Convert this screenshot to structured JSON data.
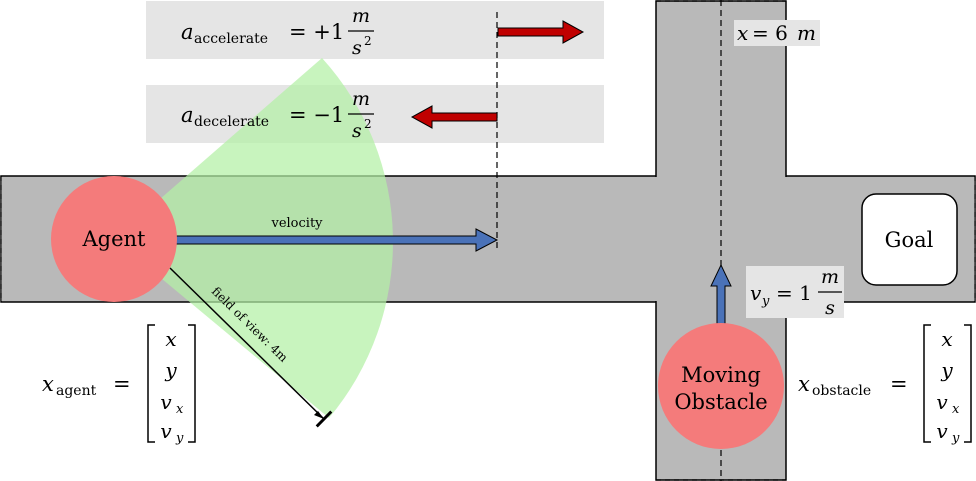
{
  "agent": {
    "label": "Agent",
    "velocity_label": "velocity",
    "fov_label": "field of view: 4m"
  },
  "goal": {
    "label": "Goal"
  },
  "obstacle": {
    "label_line1": "Moving",
    "label_line2": "Obstacle"
  },
  "accel_box": {
    "symbol": "a",
    "subscript": "accelerate",
    "equals": "= +1",
    "numerator": "m",
    "denominator": "s",
    "exponent": "2"
  },
  "decel_box": {
    "symbol": "a",
    "subscript": "decelerate",
    "equals": "= −1",
    "numerator": "m",
    "denominator": "s",
    "exponent": "2"
  },
  "x_pos_label": {
    "var": "x",
    "equals": "= 6",
    "unit": "m"
  },
  "vy_label": {
    "var": "v",
    "subscript": "y",
    "equals": "= 1",
    "numerator": "m",
    "denominator": "s"
  },
  "agent_state": {
    "symbol": "x",
    "subscript": "agent",
    "equals": "=",
    "entries": [
      "x",
      "y",
      "v",
      "v"
    ],
    "entry_subs": [
      "",
      "",
      "x",
      "y"
    ]
  },
  "obstacle_state": {
    "symbol": "x",
    "subscript": "obstacle",
    "equals": "=",
    "entries": [
      "x",
      "y",
      "v",
      "v"
    ],
    "entry_subs": [
      "",
      "",
      "x",
      "y"
    ]
  },
  "colors": {
    "road": "#b9b9b9",
    "agent": "#f47b7b",
    "fov": "#b3f0a5",
    "velocity_arrow": "#4a72b8",
    "accel_arrow": "#c00000",
    "label_box": "#e5e5e5"
  }
}
